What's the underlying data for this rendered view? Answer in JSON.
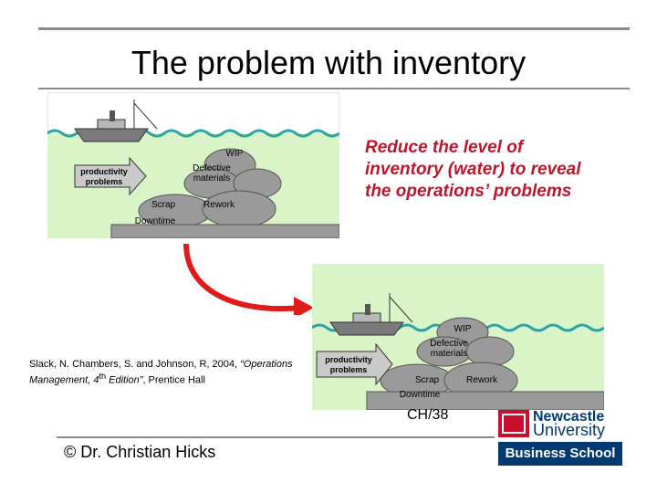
{
  "title": "The problem with inventory",
  "callout": "Reduce the level of inventory (water) to reveal the operations’ problems",
  "diagram_top": {
    "arrow_label": "productivity problems",
    "rocks": {
      "wip": "WIP",
      "defective": "Defective materials",
      "scrap": "Scrap",
      "rework": "Rework",
      "downtime": "Downtime"
    }
  },
  "diagram_bottom": {
    "arrow_label": "productivity problems",
    "rocks": {
      "wip": "WIP",
      "defective": "Defective materials",
      "scrap": "Scrap",
      "rework": "Rework",
      "downtime": "Downtime"
    }
  },
  "citation": {
    "authors": "Slack, N. Chambers, S. and Johnson, R, 2004,",
    "work": "“Operations Management, 4",
    "sup": "th",
    "edition": " Edition”",
    "publisher": ", Prentice Hall"
  },
  "slide_ref": "CH/38",
  "footer": {
    "copyright": "©",
    "author": "Dr. Christian Hicks"
  },
  "logo": {
    "line1": "Newcastle",
    "line2": "University",
    "line3": "Business School"
  },
  "colors": {
    "water": "#d9f4c6",
    "wave": "#2aa5a5",
    "sky": "#ffffff",
    "rocks": "#9a9a9a",
    "callout": "#c0142b",
    "arrow": "#e11a1a"
  }
}
